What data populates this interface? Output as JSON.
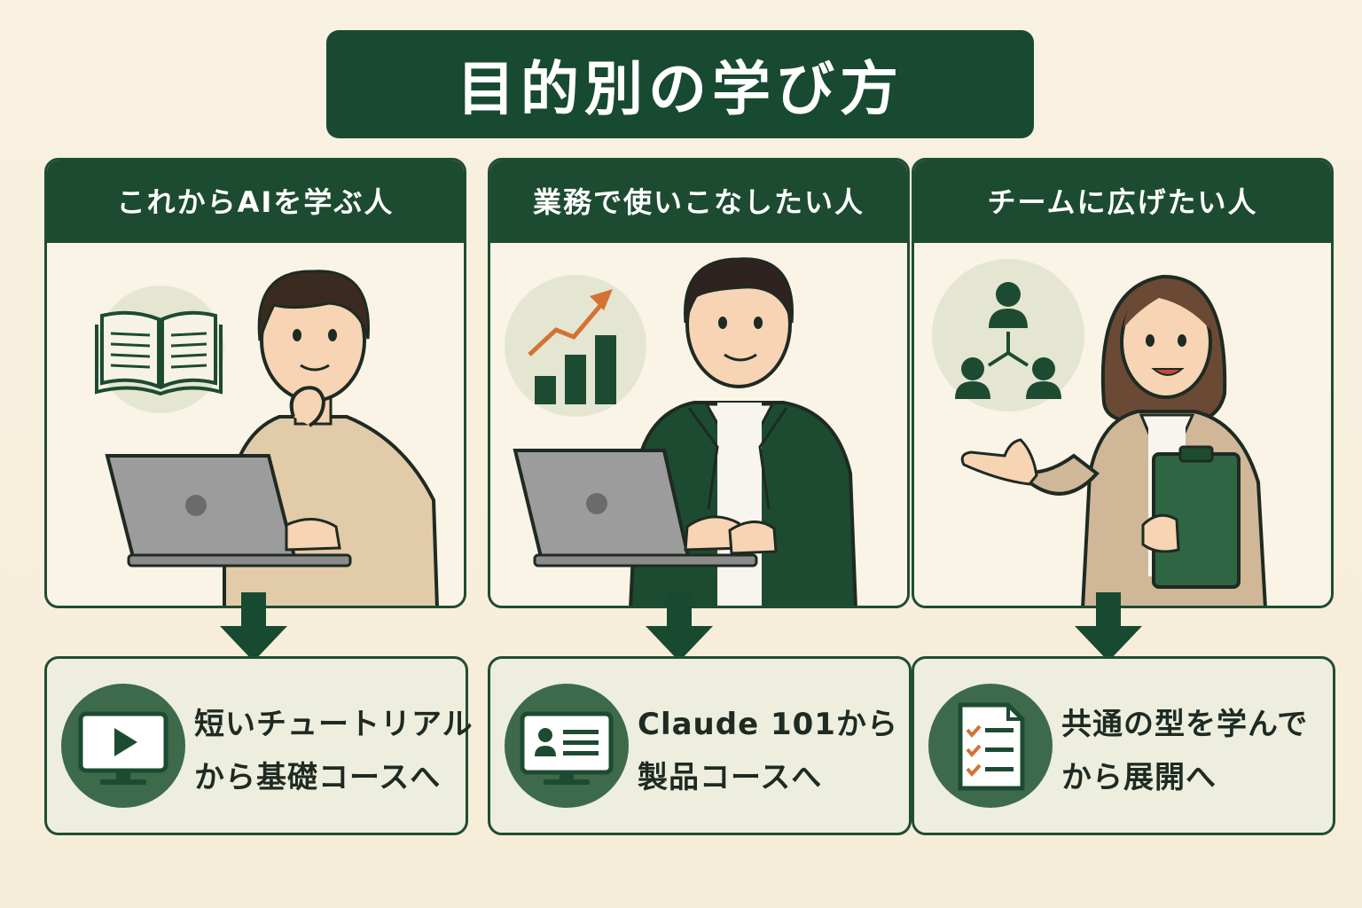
{
  "title": "目的別の学び方",
  "columns": [
    {
      "heading": "これからAIを学ぶ人",
      "icon": "open-book-icon",
      "result_icon": "video-monitor-icon",
      "result_lines": [
        "短いチュートリアル",
        "から基礎コースへ"
      ]
    },
    {
      "heading": "業務で使いこなしたい人",
      "icon": "growth-chart-icon",
      "result_icon": "profile-monitor-icon",
      "result_lines": [
        "Claude 101から",
        "製品コースへ"
      ]
    },
    {
      "heading": "チームに広げたい人",
      "icon": "team-network-icon",
      "result_icon": "checklist-document-icon",
      "result_lines": [
        "共通の型を学んで",
        "から展開へ"
      ]
    }
  ],
  "colors": {
    "dark_green": "#1d4b32",
    "medium_green": "#3e6a4c",
    "light_circle": "#e4e6d2",
    "accent_orange": "#d47234",
    "background": "#f8f1e1"
  }
}
